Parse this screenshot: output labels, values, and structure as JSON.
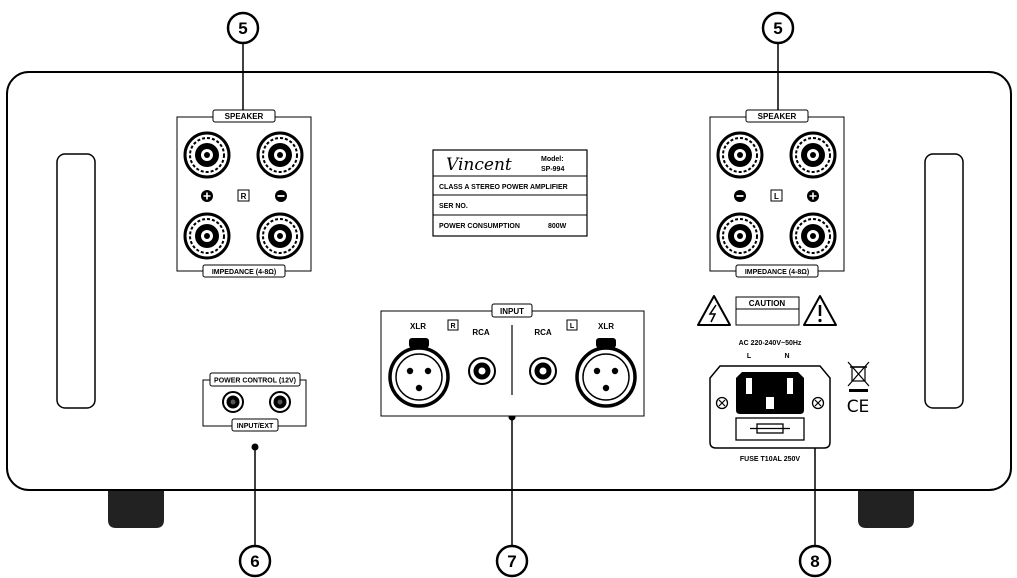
{
  "callouts": {
    "speaker_right": "5",
    "speaker_left": "5",
    "power_control": "6",
    "input": "7",
    "ac_inlet": "8"
  },
  "speaker_right": {
    "top_label": "SPEAKER",
    "channel": "R",
    "bottom_label": "IMPEDANCE (4-8Ω)"
  },
  "speaker_left": {
    "top_label": "SPEAKER",
    "channel": "L",
    "bottom_label": "IMPEDANCE (4-8Ω)"
  },
  "nameplate": {
    "brand": "Vincent",
    "model_label": "Model:",
    "model_value": "SP-994",
    "description": "CLASS A STEREO POWER AMPLIFIER",
    "serial_label": "SER NO.",
    "power_label": "POWER CONSUMPTION",
    "power_value": "800W"
  },
  "power_control": {
    "top_label": "POWER CONTROL (12V)",
    "bottom_label": "INPUT/EXT"
  },
  "input_panel": {
    "title": "INPUT",
    "xlr_right": "XLR",
    "channel_right": "R",
    "rca_right": "RCA",
    "rca_left": "RCA",
    "channel_left": "L",
    "xlr_left": "XLR"
  },
  "power_section": {
    "caution": "CAUTION",
    "ac_spec": "AC 220-240V~50Hz",
    "pin_l": "L",
    "pin_n": "N",
    "fuse": "FUSE T10AL 250V",
    "ce_mark": "CE"
  },
  "icons": [
    "warning-lightning-icon",
    "warning-exclamation-icon",
    "weee-bin-icon",
    "ce-mark-icon",
    "fuse-icon"
  ]
}
